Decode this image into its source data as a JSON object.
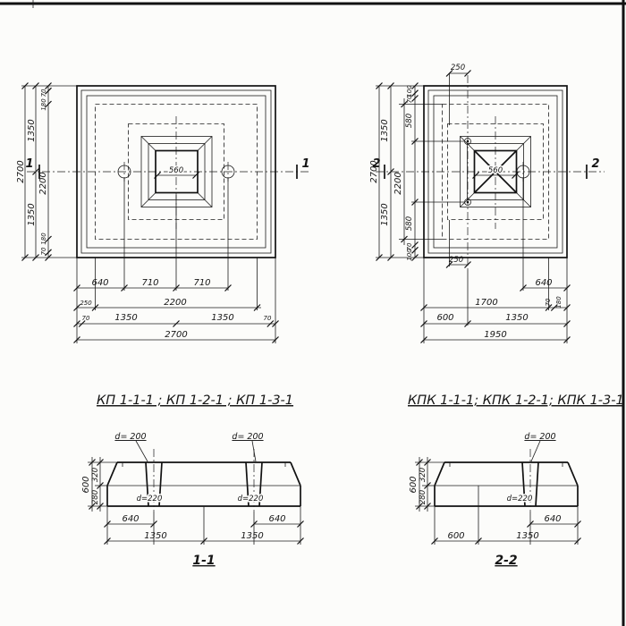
{
  "plan_left": {
    "section_mark": "1",
    "pedestal_dim": "560",
    "left_dims": {
      "overall": "2700",
      "half_top": "1350",
      "half_bottom": "1350",
      "inner": "2200",
      "edge_top_a": "70",
      "edge_top_b": "180",
      "edge_bottom_a": "180",
      "edge_bottom_b": "70"
    },
    "bottom_dims": {
      "row1": [
        "640",
        "710",
        "710"
      ],
      "row2": [
        "250",
        "2200"
      ],
      "row3": [
        "70",
        "1350",
        "1350",
        "70"
      ],
      "overall": "2700"
    }
  },
  "plan_right": {
    "section_mark": "2",
    "pedestal_dim": "560",
    "offset_top": "250",
    "offset_bottom": "250",
    "left_dims": {
      "overall": "2700",
      "half_top": "1350",
      "half_bottom": "1350",
      "inner": "2200",
      "edge_top_a": "100",
      "edge_top_b": "70",
      "hole_top": "580",
      "hole_bottom": "580",
      "edge_bottom_a": "70",
      "edge_bottom_b": "100"
    },
    "bottom_dims": {
      "row1": [
        "640"
      ],
      "row2": [
        "1700",
        "70",
        "180"
      ],
      "row3": [
        "600",
        "1350"
      ],
      "overall": "1950"
    }
  },
  "section_left": {
    "title": "КП 1-1-1 ; КП 1-2-1 ; КП 1-3-1",
    "label": "1-1",
    "top_hole_dia_left": "d= 200",
    "top_hole_dia_right": "d= 200",
    "height": "600",
    "height_top": "320",
    "height_bottom": "280",
    "bottom_hole_dia_left": "d=220",
    "bottom_hole_dia_right": "d=220",
    "hole_offset_left": "640",
    "hole_offset_right": "640",
    "span_left": "1350",
    "span_right": "1350"
  },
  "section_right": {
    "title": "КПК 1-1-1; КПК 1-2-1; КПК 1-3-1",
    "label": "2-2",
    "top_hole_dia": "d= 200",
    "height": "600",
    "height_top": "320",
    "height_bottom": "280",
    "bottom_hole_dia": "d=220",
    "hole_offset": "640",
    "span_left": "600",
    "span_right": "1350"
  }
}
